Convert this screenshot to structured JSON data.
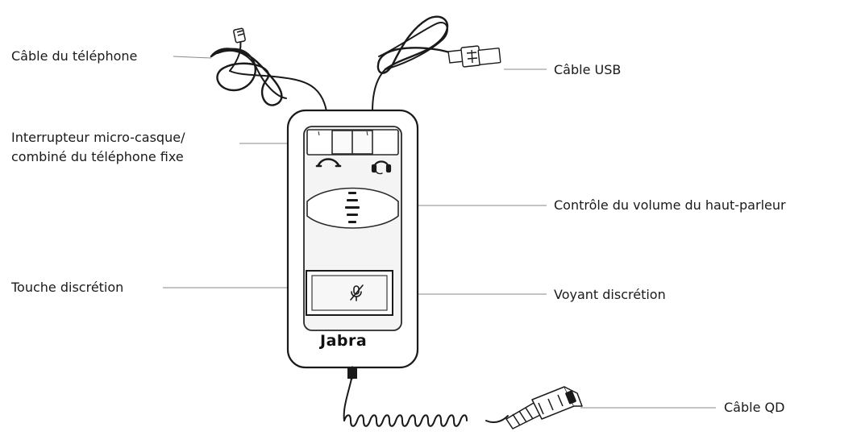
{
  "labels": {
    "phone_cable": "Câble du téléphone",
    "usb_cable": "Câble USB",
    "switch_line1": "Interrupteur micro-casque/",
    "switch_line2": "combiné du téléphone fixe",
    "speaker_volume": "Contrôle du volume du haut-parleur",
    "mute_button": "Touche discrétion",
    "mute_light": "Voyant discrétion",
    "qd_cable": "Câble QD"
  },
  "device": {
    "brand": "Jabra"
  },
  "colors": {
    "line": "#1a1a1a",
    "leader": "#8a8a8a",
    "panel": "#f4f4f4"
  },
  "icons": {
    "handset": "handset-icon",
    "headset": "headset-icon",
    "mute": "mute-microphone-icon"
  }
}
